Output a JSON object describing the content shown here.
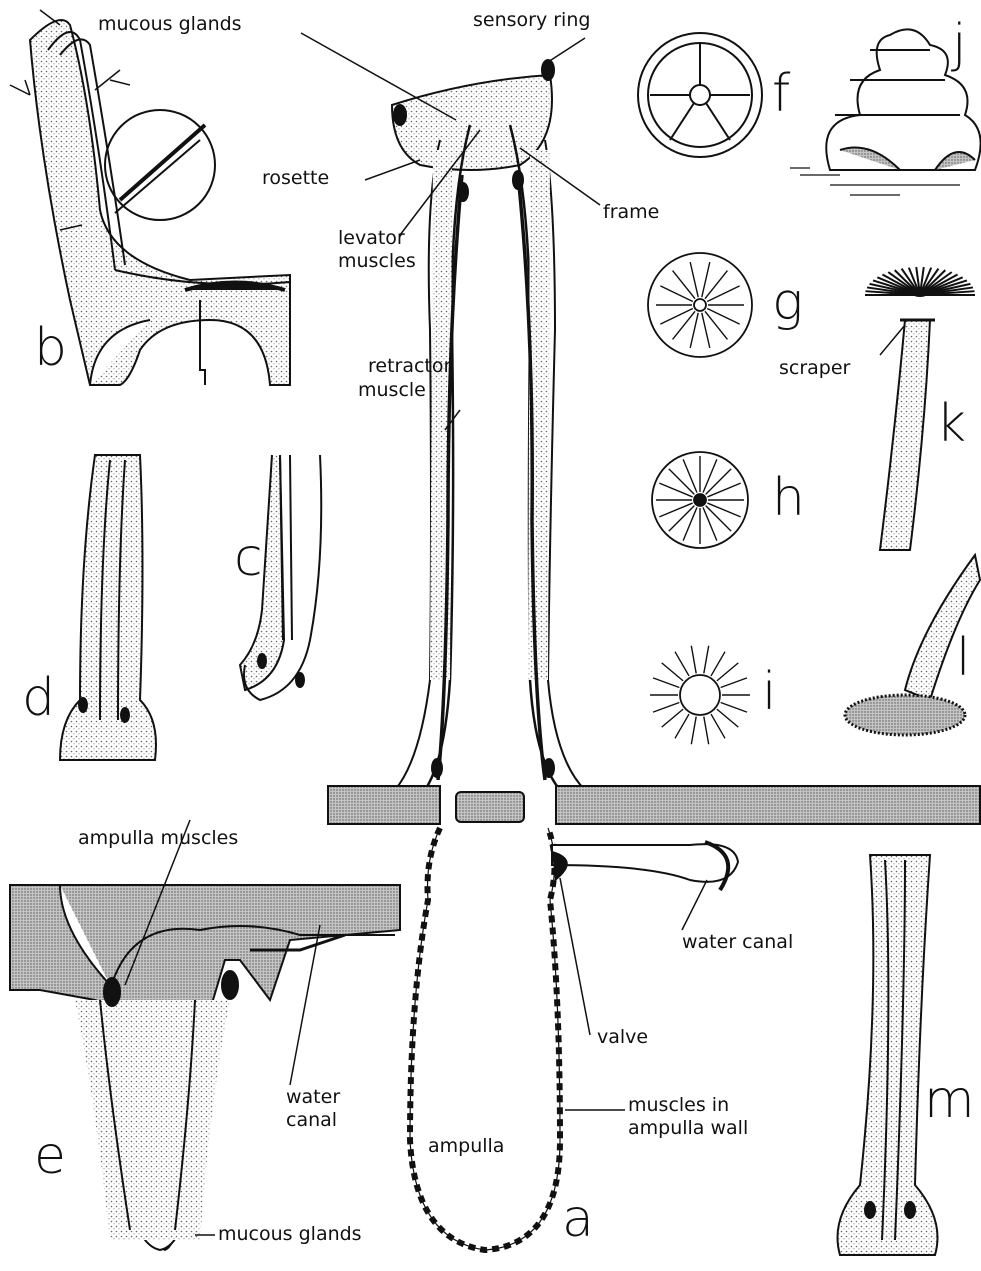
{
  "figure": {
    "labels": {
      "mucous_glands_top": "mucous glands",
      "sensory_ring": "sensory ring",
      "rosette": "rosette",
      "frame": "frame",
      "levator_muscles_1": "levator",
      "levator_muscles_2": "muscles",
      "retractor_muscle_1": "retractor",
      "retractor_muscle_2": "muscle",
      "scraper": "scraper",
      "ampulla_muscles": "ampulla muscles",
      "water_canal_right": "water canal",
      "valve": "valve",
      "water_canal_left_1": "water",
      "water_canal_left_2": "canal",
      "ampulla": "ampulla",
      "muscles_wall_1": "muscles in",
      "muscles_wall_2": "ampulla wall",
      "mucous_glands_bottom": "mucous glands"
    },
    "panel_letters": {
      "a": "a",
      "b": "b",
      "c": "c",
      "d": "d",
      "e": "e",
      "f": "f",
      "g": "g",
      "h": "h",
      "i": "i",
      "j": "j",
      "k": "k",
      "l": "l",
      "m": "m"
    }
  },
  "colors": {
    "ink": "#111111",
    "stipple": "#b5b5b5",
    "background": "#ffffff"
  }
}
